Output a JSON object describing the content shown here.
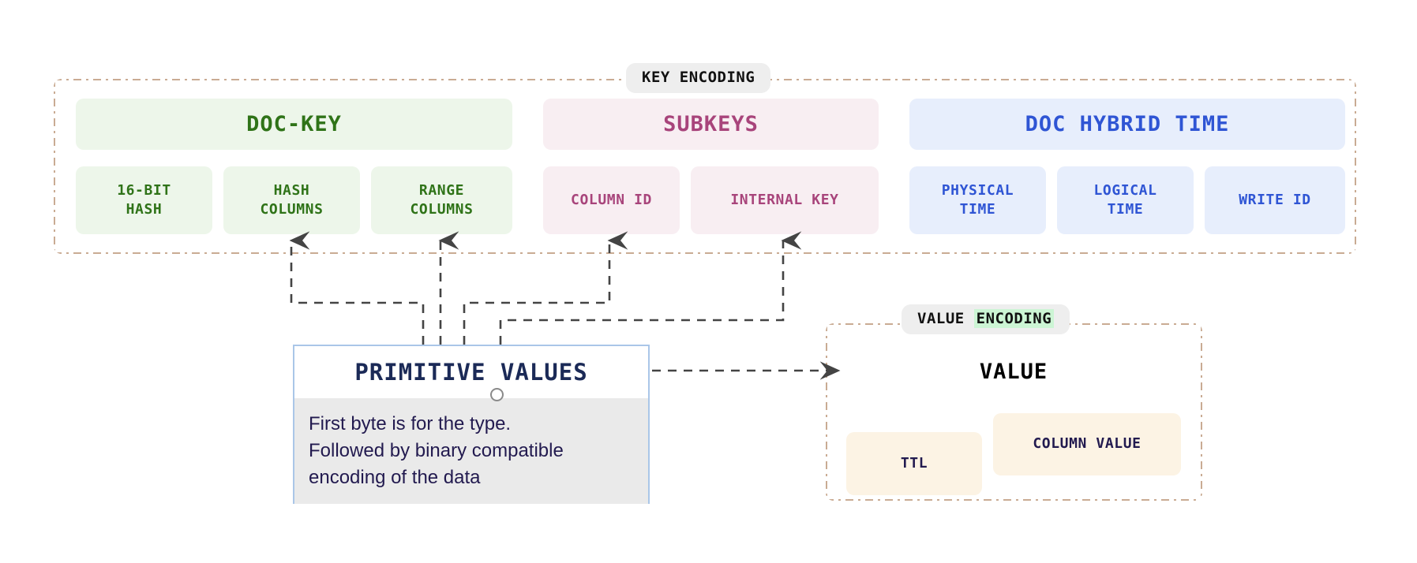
{
  "diagram": {
    "key_encoding": {
      "pill_label": "KEY ENCODING",
      "groups": [
        {
          "header": "DOC-KEY",
          "color": "#2f7318",
          "children": [
            "16-BIT\nHASH",
            "HASH\nCOLUMNS",
            "RANGE\nCOLUMNS"
          ]
        },
        {
          "header": "SUBKEYS",
          "color": "#a8447b",
          "children": [
            "COLUMN ID",
            "INTERNAL KEY"
          ]
        },
        {
          "header": "DOC HYBRID TIME",
          "color": "#2f55d4",
          "children": [
            "PHYSICAL\nTIME",
            "LOGICAL\nTIME",
            "WRITE ID"
          ]
        }
      ]
    },
    "value_encoding": {
      "pill_label_plain": "VALUE ",
      "pill_label_highlight": "ENCODING",
      "header": "VALUE",
      "children": [
        "TTL",
        "COLUMN VALUE"
      ]
    },
    "primitive_values": {
      "title": "PRIMITIVE VALUES",
      "body": "First byte is for the type.\nFollowed by binary compatible\nencoding of the data"
    },
    "colors": {
      "green_bg": "#edf6ea",
      "green_fg": "#2f7318",
      "pink_bg": "#f8eef2",
      "pink_fg": "#a8447b",
      "blue_bg": "#e7eefc",
      "blue_fg": "#2f55d4",
      "cream_bg": "#fcf3e4",
      "cream_fg": "#221a4f",
      "group_border": "#c9ab93",
      "pill_bg": "#eeeeee",
      "card_border": "#aac6e8",
      "card_body_bg": "#eaeaea",
      "wire": "#444444",
      "highlight_green": "#ccf5d4"
    }
  }
}
